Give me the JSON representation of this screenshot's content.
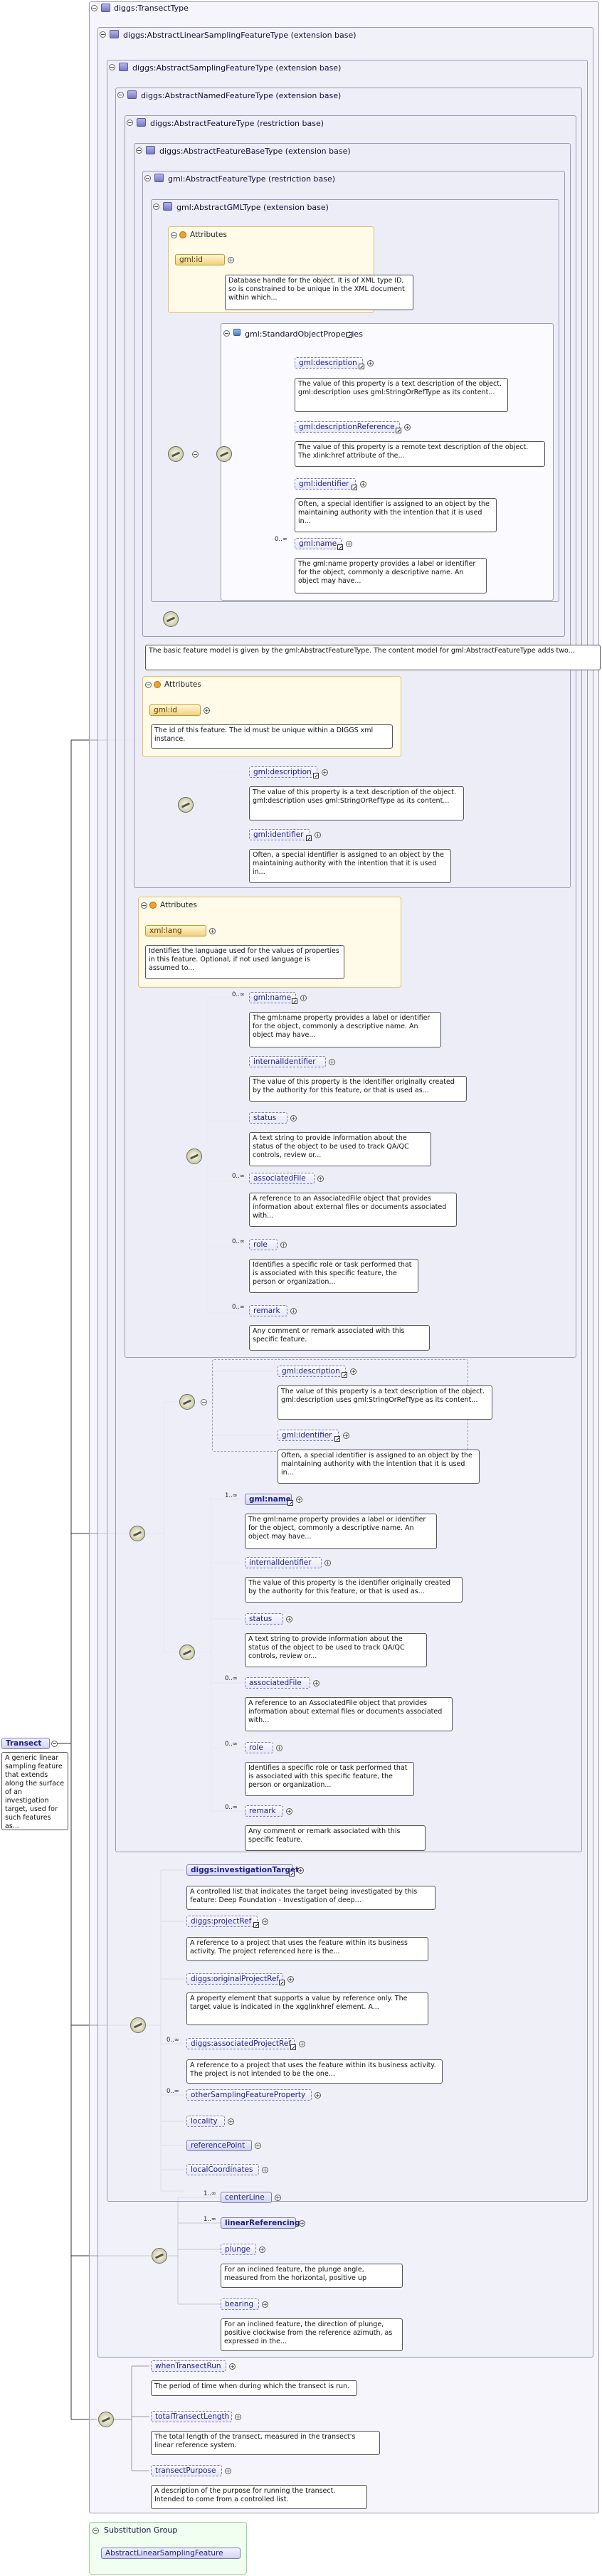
{
  "complexTypes": {
    "transect": "diggs:TransectType",
    "abstract_linear": "diggs:AbstractLinearSamplingFeatureType (extension base)",
    "abstract_sampling": "diggs:AbstractSamplingFeatureType (extension base)",
    "abstract_named": "diggs:AbstractNamedFeatureType (extension base)",
    "abstract_feature": "diggs:AbstractFeatureType (restriction base)",
    "abstract_feature_base": "diggs:AbstractFeatureBaseType (extension base)",
    "gml_abstract_feature": "gml:AbstractFeatureType (restriction base)",
    "gml_abstract_gml": "gml:AbstractGMLType (extension base)"
  },
  "groups": {
    "attributes": "Attributes",
    "standard_object_properties": "gml:StandardObjectProperties"
  },
  "gml_block": {
    "gml_id": "gml:id",
    "gml_id_desc": "Database handle for the object. It is of XML type ID, so is constrained to be unique in the XML document within which...",
    "description": "gml:description",
    "description_desc": "The value of this property is a text description of the object. gml:description uses gml:StringOrRefType as its content...",
    "description_reference": "gml:descriptionReference",
    "description_reference_desc": "The value of this property is a remote text description of the object. The xlink:href attribute of the...",
    "identifier": "gml:identifier",
    "identifier_desc": "Often, a special identifier is assigned to an object by the maintaining authority with the intention that it is used in...",
    "name_card": "0..∞",
    "name": "gml:name",
    "name_desc": "The gml:name property provides a label or identifier for the object, commonly a descriptive name. An object may have...",
    "feature_desc": "The basic feature model is given by the gml:AbstractFeatureType. The content model for gml:AbstractFeatureType adds two..."
  },
  "base_block": {
    "gml_id": "gml:id",
    "gml_id_desc": "The id of this feature. The id must be unique within a DIGGS xml instance.",
    "description": "gml:description",
    "description_desc": "The value of this property is a text description of the object. gml:description uses gml:StringOrRefType as its content...",
    "identifier": "gml:identifier",
    "identifier_desc": "Often, a special identifier is assigned to an object by the maintaining authority with the intention that it is used in..."
  },
  "diggs_feature_block": {
    "xml_lang": "xml:lang",
    "xml_lang_desc": "Identifies the language used for the values of properties in this feature. Optional, if not used language is assumed to...",
    "name_card": "0..∞",
    "name": "gml:name",
    "name_desc": "The gml:name property provides a label or identifier for the object, commonly a descriptive name. An object may have...",
    "internal_identifier": "internalIdentifier",
    "internal_identifier_desc": "The value of this property is the identifier originally created by the authority for this feature, or that is used as...",
    "status": "status",
    "status_desc": "A text string to provide information about the status of the object to be used to track QA/QC controls, review or...",
    "associated_file_card": "0..∞",
    "associated_file": "associatedFile",
    "associated_file_desc": "A reference to an AssociatedFile object that provides information about external files or documents associated with...",
    "role_card": "0..∞",
    "role": "role",
    "role_desc": "Identifies a specific role or task performed that is associated with this specific feature, the person or organization...",
    "remark_card": "0..∞",
    "remark": "remark",
    "remark_desc": "Any comment or remark associated with this specific feature."
  },
  "named_block": {
    "description": "gml:description",
    "description_desc": "The value of this property is a text description of the object. gml:description uses gml:StringOrRefType as its content...",
    "identifier": "gml:identifier",
    "identifier_desc": "Often, a special identifier is assigned to an object by the maintaining authority with the intention that it is used in...",
    "name_card": "1..∞",
    "name": "gml:name",
    "name_desc": "The gml:name property provides a label or identifier for the object, commonly a descriptive name. An object may have...",
    "internal_identifier": "internalIdentifier",
    "internal_identifier_desc": "The value of this property is the identifier originally created by the authority for this feature, or that is used as...",
    "status": "status",
    "status_desc": "A text string to provide information about the status of the object to be used to track QA/QC controls, review or...",
    "associated_file_card": "0..∞",
    "associated_file": "associatedFile",
    "associated_file_desc": "A reference to an AssociatedFile object that provides information about external files or documents associated with...",
    "role_card": "0..∞",
    "role": "role",
    "role_desc": "Identifies a specific role or task performed that is associated with this specific feature, the person or organization...",
    "remark_card": "0..∞",
    "remark": "remark",
    "remark_desc": "Any comment or remark associated with this specific feature."
  },
  "sampling_block": {
    "investigation_target": "diggs:investigationTarget",
    "investigation_target_desc": "A controlled list that indicates the target being investigated by this feature: Deep Foundation - Investigation of deep...",
    "project_ref": "diggs:projectRef",
    "project_ref_desc": "A reference to a project that uses the feature within its business activity. The project referenced here is the...",
    "original_project_ref": "diggs:originalProjectRef",
    "original_project_ref_desc": "A property element that supports a value by reference only. The target value is indicated in the xgglinkhref element. A...",
    "associated_project_ref_card": "0..∞",
    "associated_project_ref": "diggs:associatedProjectRef",
    "associated_project_ref_desc": "A reference to a project that uses the feature within its business activity. The project is not intended to be the one...",
    "other_sampling_feature_property_card": "0..∞",
    "other_sampling_feature_property": "otherSamplingFeatureProperty",
    "locality": "locality",
    "reference_point": "referencePoint",
    "local_coordinates": "localCoordinates"
  },
  "linear_block": {
    "center_line_card": "1..∞",
    "center_line": "centerLine",
    "linear_referencing_card": "1..∞",
    "linear_referencing": "linearReferencing",
    "plunge": "plunge",
    "plunge_desc": "For an inclined feature, the plunge angle, measured from the horizontal, positive up",
    "bearing": "bearing",
    "bearing_desc": "For an inclined feature, the direction of plunge, positive clockwise from the reference azimuth, as expressed in the..."
  },
  "transect_block": {
    "when_transect_run": "whenTransectRun",
    "when_transect_run_desc": "The period of time when during which the transect is run.",
    "total_transect_length": "totalTransectLength",
    "total_transect_length_desc": "The total length of the transect, measured in the transect's linear reference system.",
    "transect_purpose": "transectPurpose",
    "transect_purpose_desc": "A description of the purpose for running the transect. Intended to come from a controlled list."
  },
  "root": {
    "name": "Transect",
    "desc": "A generic linear sampling feature that extends along the surface of an investigation target, used for such features as..."
  },
  "substitution": {
    "title": "Substitution Group",
    "member": "AbstractLinearSamplingFeature"
  }
}
